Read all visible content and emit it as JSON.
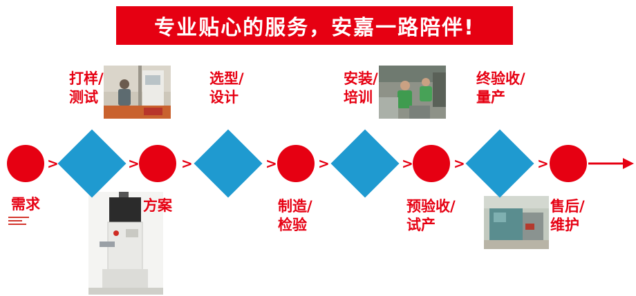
{
  "banner": {
    "text": "专业贴心的服务，安嘉一路陪伴!"
  },
  "colors": {
    "red": "#e60012",
    "blue": "#1f9ad0"
  },
  "separator": ">",
  "steps": [
    {
      "shape": "circle",
      "lines": [
        "需求"
      ]
    },
    {
      "shape": "diamond",
      "lines": [
        "打样/",
        "测试"
      ]
    },
    {
      "shape": "circle",
      "lines": [
        "方案"
      ]
    },
    {
      "shape": "diamond",
      "lines": [
        "选型/",
        "设计"
      ]
    },
    {
      "shape": "circle",
      "lines": [
        "制造/",
        "检验"
      ]
    },
    {
      "shape": "diamond",
      "lines": [
        "安装/",
        "培训"
      ]
    },
    {
      "shape": "circle",
      "lines": [
        "预验收/",
        "试产"
      ]
    },
    {
      "shape": "diamond",
      "lines": [
        "终验收/",
        "量产"
      ]
    },
    {
      "shape": "circle",
      "lines": [
        "售后/",
        "维护"
      ]
    }
  ]
}
